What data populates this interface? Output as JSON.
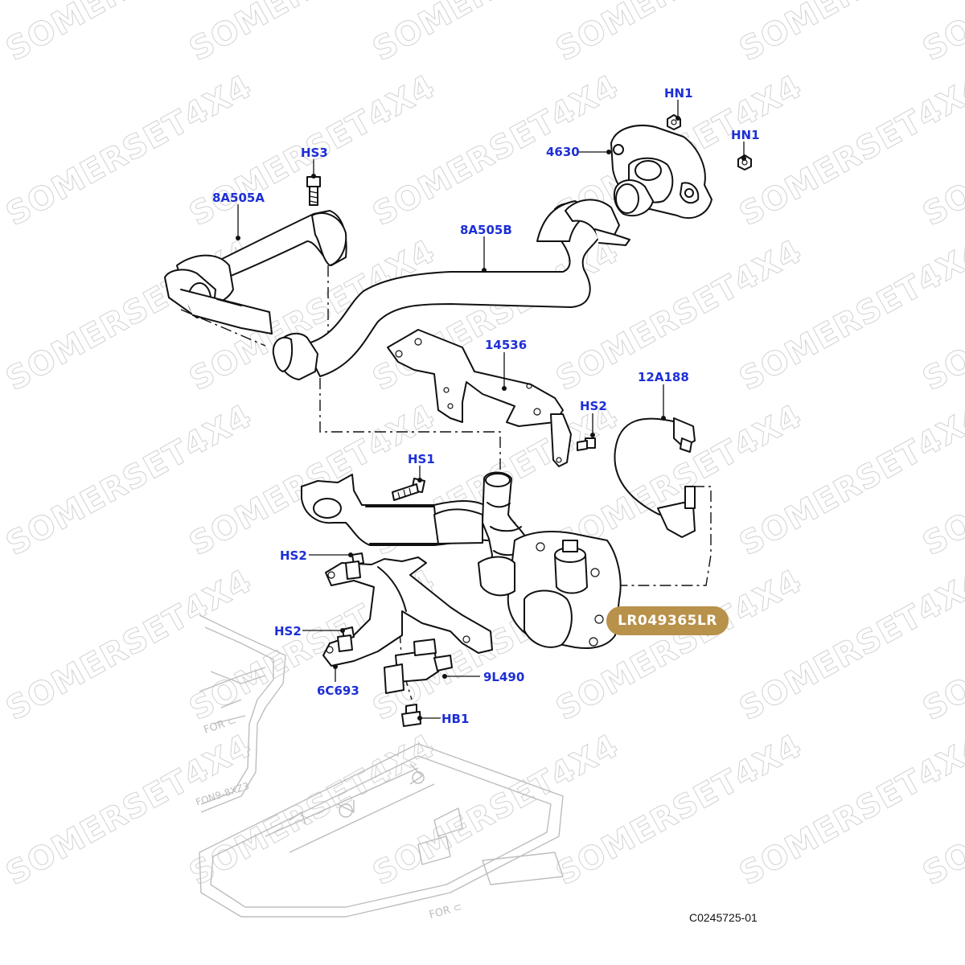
{
  "watermark": {
    "text": "SOMERSET4X4"
  },
  "callouts": [
    {
      "id": "hn1-top",
      "label": "HN1"
    },
    {
      "id": "hn1-right",
      "label": "HN1"
    },
    {
      "id": "4630",
      "label": "4630"
    },
    {
      "id": "hs3",
      "label": "HS3"
    },
    {
      "id": "8a505a",
      "label": "8A505A"
    },
    {
      "id": "8a505b",
      "label": "8A505B"
    },
    {
      "id": "14536",
      "label": "14536"
    },
    {
      "id": "12a188",
      "label": "12A188"
    },
    {
      "id": "hs2-upper",
      "label": "HS2"
    },
    {
      "id": "hs1",
      "label": "HS1"
    },
    {
      "id": "hs2-left",
      "label": "HS2"
    },
    {
      "id": "hs2-lower",
      "label": "HS2"
    },
    {
      "id": "9l490",
      "label": "9L490"
    },
    {
      "id": "6c693",
      "label": "6C693"
    },
    {
      "id": "hb1",
      "label": "HB1"
    }
  ],
  "part_badge": {
    "text": "LR049365LR",
    "color": "#b8914a"
  },
  "illustration_code": "C0245725-01",
  "colors": {
    "callout": "#1d2fd6",
    "line": "#111111",
    "background_parts": "#bdbdbd"
  }
}
